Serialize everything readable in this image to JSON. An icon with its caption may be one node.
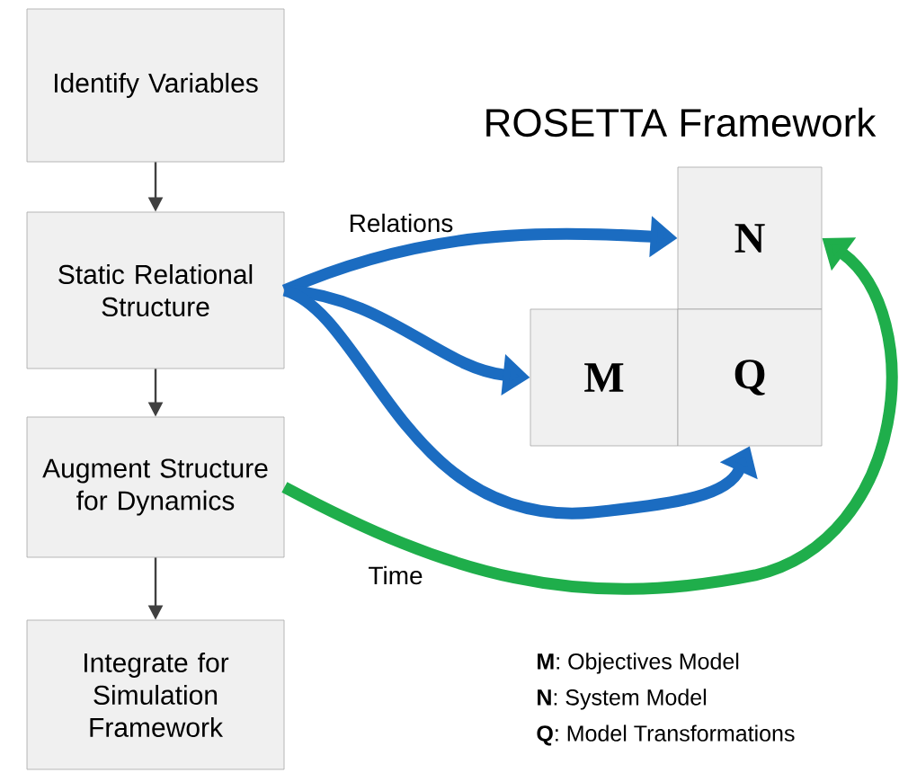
{
  "diagram": {
    "title": "ROSETTA Framework",
    "nodes": [
      {
        "text": [
          "Identify Variables"
        ]
      },
      {
        "text": [
          "Static Relational Structure"
        ]
      },
      {
        "text": [
          "Augment Structure for Dynamics"
        ]
      },
      {
        "text": [
          "Integrate for Simulation Framework"
        ]
      },
      {
        "text": [
          "N"
        ]
      },
      {
        "text": [
          "M"
        ]
      },
      {
        "text": [
          "Q"
        ]
      }
    ],
    "edges": [
      {
        "from": 0,
        "to": 1,
        "arrow": "to"
      },
      {
        "from": 1,
        "to": 2,
        "arrow": "to"
      },
      {
        "from": 2,
        "to": 3,
        "arrow": "to"
      },
      {
        "from": 1,
        "to": 4,
        "arrow": "to",
        "label": "Relations",
        "color": "#1b6cc1"
      },
      {
        "from": 1,
        "to": 5,
        "arrow": "to",
        "color": "#1b6cc1"
      },
      {
        "from": 1,
        "to": 6,
        "arrow": "to",
        "color": "#1b6cc1"
      },
      {
        "from": 2,
        "to": 4,
        "arrow": "to",
        "label": "Time",
        "color": "#1fae4b"
      }
    ],
    "labels": [
      "**M**: Objectives Model",
      "**N**: System Model",
      "**Q**: Model Transformations"
    ]
  }
}
